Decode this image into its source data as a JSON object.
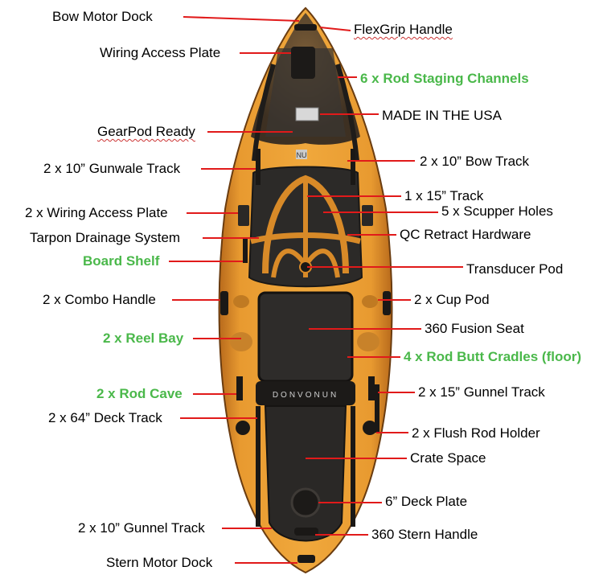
{
  "colors": {
    "leader_line": "#e11a1a",
    "feature_green": "#4ab84a",
    "hull_orange": "#e89a30",
    "hull_dark": "#2a2826",
    "camo_brown": "#5a4a3a"
  },
  "seat_text": "DONVONUN",
  "logo_text": "NU",
  "labels": {
    "left": [
      {
        "key": "bow_motor_dock",
        "text": "Bow Motor Dock"
      },
      {
        "key": "wiring_access_plate",
        "text": "Wiring Access Plate"
      },
      {
        "key": "gearpod_ready",
        "text": "GearPod Ready"
      },
      {
        "key": "gunwale_track_10",
        "text": "2 x 10” Gunwale Track"
      },
      {
        "key": "wiring_access_plate_2",
        "text": "2 x Wiring Access Plate"
      },
      {
        "key": "tarpon_drainage",
        "text": "Tarpon Drainage System"
      },
      {
        "key": "board_shelf",
        "text": "Board Shelf"
      },
      {
        "key": "combo_handle",
        "text": "2 x Combo Handle"
      },
      {
        "key": "reel_bay",
        "text": "2 x Reel Bay"
      },
      {
        "key": "rod_cave",
        "text": "2 x Rod Cave"
      },
      {
        "key": "deck_track_64",
        "text": "2 x 64” Deck Track"
      },
      {
        "key": "gunnel_track_10_stern",
        "text": "2 x 10” Gunnel Track"
      },
      {
        "key": "stern_motor_dock",
        "text": "Stern Motor Dock"
      }
    ],
    "right": [
      {
        "key": "flexgrip_handle",
        "text": "FlexGrip Handle"
      },
      {
        "key": "rod_staging_channels",
        "text": "6 x Rod Staging Channels"
      },
      {
        "key": "made_in_usa",
        "text": "MADE IN THE USA"
      },
      {
        "key": "bow_track_10",
        "text": "2 x 10” Bow Track"
      },
      {
        "key": "track_15",
        "text": "1 x 15” Track"
      },
      {
        "key": "scupper_holes",
        "text": "5 x Scupper Holes"
      },
      {
        "key": "qc_retract",
        "text": "QC Retract Hardware"
      },
      {
        "key": "transducer_pod",
        "text": "Transducer Pod"
      },
      {
        "key": "cup_pod",
        "text": "2 x Cup Pod"
      },
      {
        "key": "fusion_seat",
        "text": "360 Fusion Seat"
      },
      {
        "key": "rod_butt_cradles",
        "text": "4 x Rod Butt Cradles (floor)"
      },
      {
        "key": "gunnel_track_15",
        "text": "2 x 15” Gunnel Track"
      },
      {
        "key": "flush_rod_holder",
        "text": "2 x Flush Rod Holder"
      },
      {
        "key": "crate_space",
        "text": "Crate Space"
      },
      {
        "key": "deck_plate_6",
        "text": "6” Deck Plate"
      },
      {
        "key": "stern_handle_360",
        "text": "360 Stern Handle"
      }
    ]
  }
}
